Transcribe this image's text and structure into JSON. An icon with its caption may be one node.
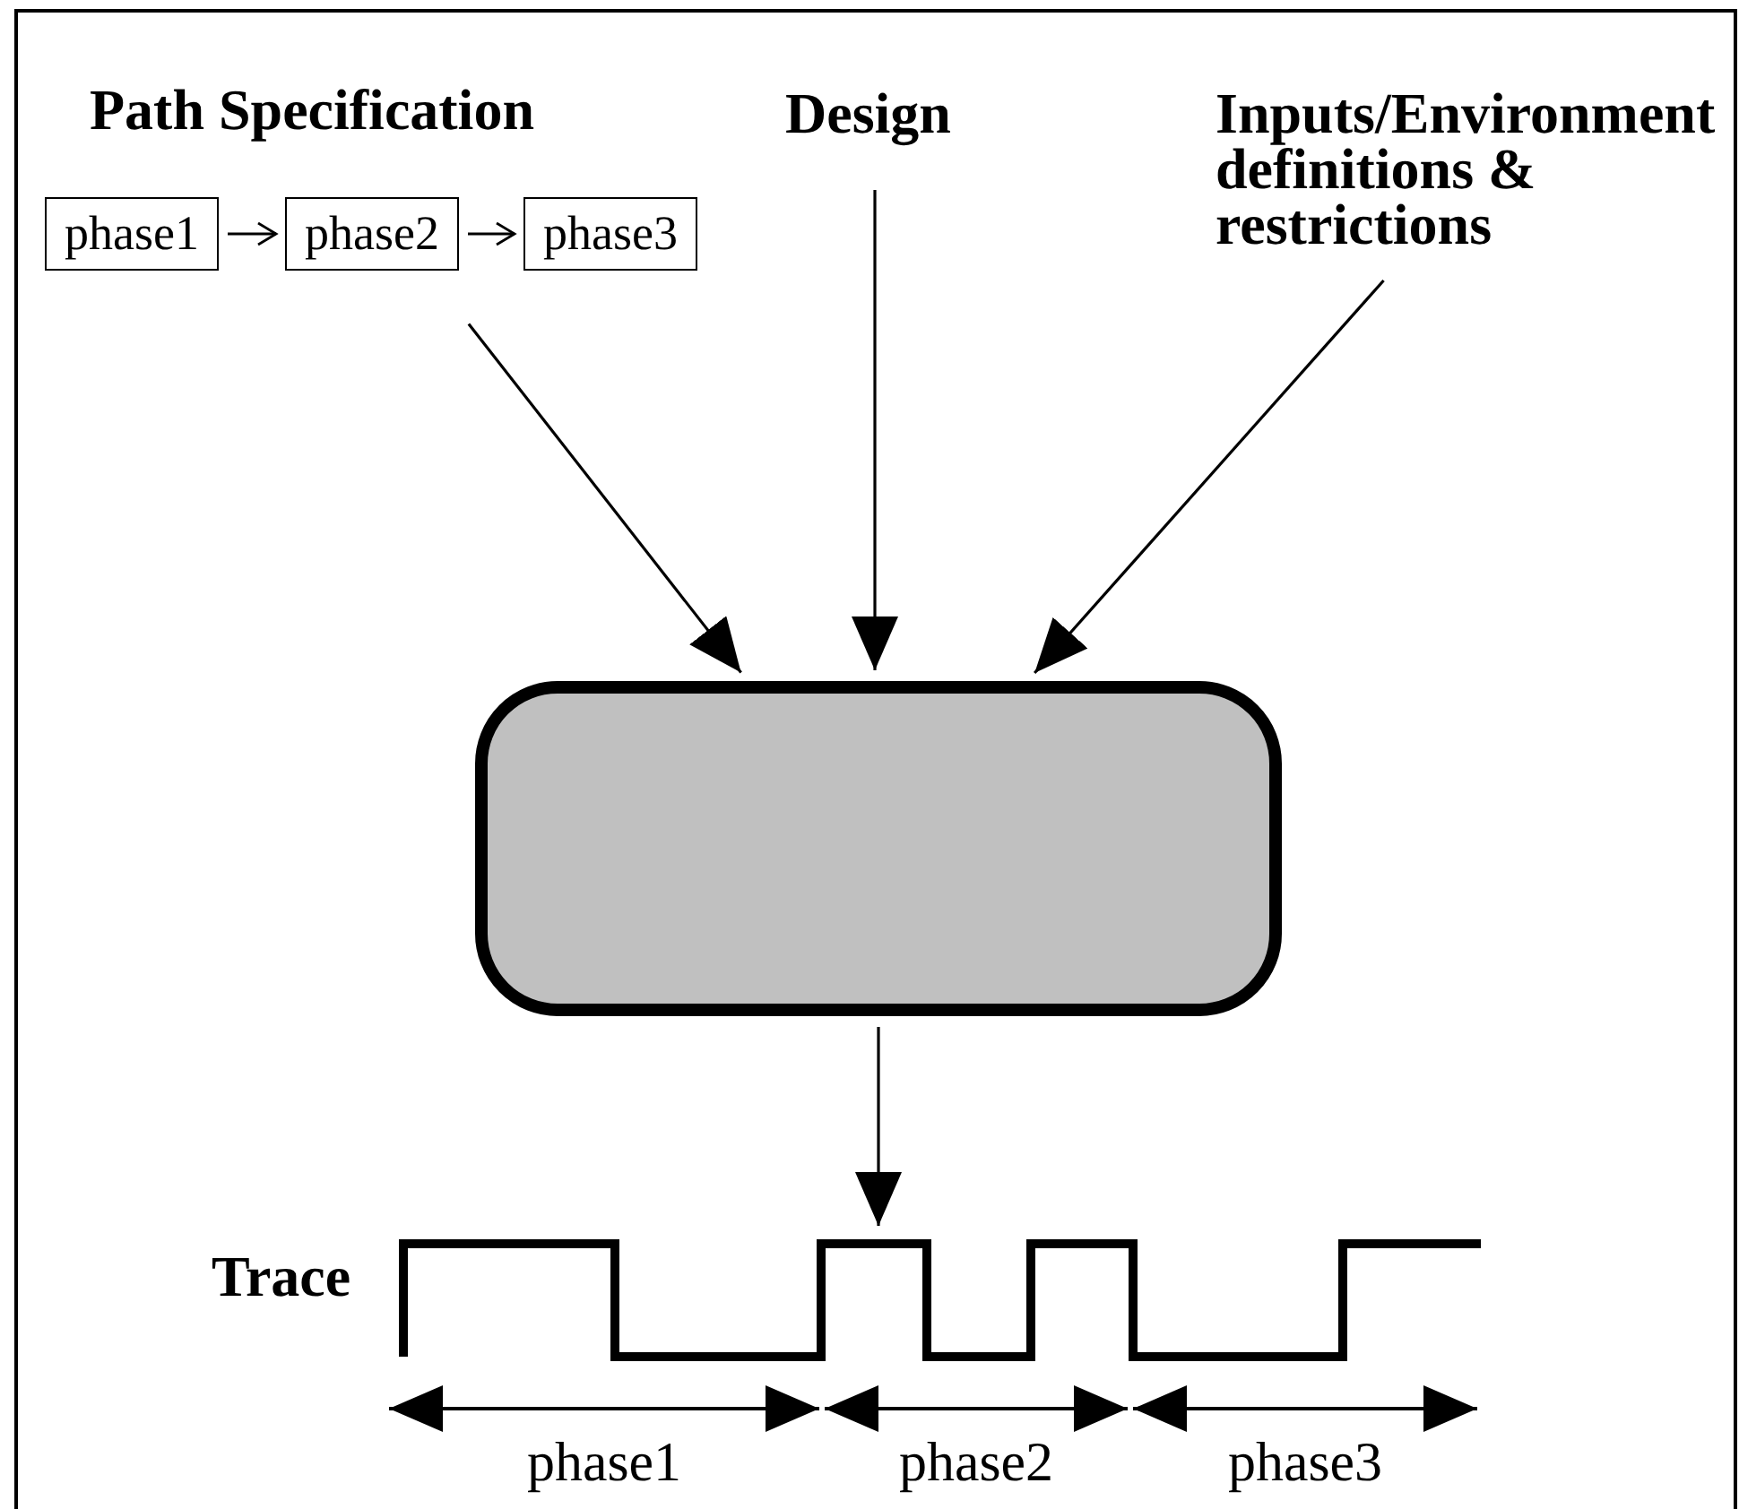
{
  "diagram": {
    "nodes": [
      {
        "text": [
          "Path Specification"
        ]
      },
      {
        "text": [
          "phase1"
        ],
        "in": 0
      },
      {
        "text": [
          "phase2"
        ],
        "in": 0
      },
      {
        "text": [
          "phase3"
        ],
        "in": 0
      },
      {
        "text": [
          "Design"
        ]
      },
      {
        "text": [
          "Inputs/Environment definitions & restrictions"
        ]
      },
      {
        "text": [],
        "shape": "box"
      },
      {
        "text": [],
        "shape": "picture",
        "beside": [
          "Trace"
        ]
      }
    ],
    "edges": [
      {
        "from": 1,
        "to": 2,
        "arrow": "to"
      },
      {
        "from": 2,
        "to": 3,
        "arrow": "to"
      },
      {
        "from": 0,
        "to": 6,
        "arrow": "to"
      },
      {
        "from": 4,
        "to": 6,
        "arrow": "to"
      },
      {
        "from": 5,
        "to": 6,
        "arrow": "to"
      },
      {
        "from": 6,
        "to": 7,
        "arrow": "to"
      }
    ],
    "labels": [
      "phase1",
      "phase2",
      "phase3"
    ]
  }
}
